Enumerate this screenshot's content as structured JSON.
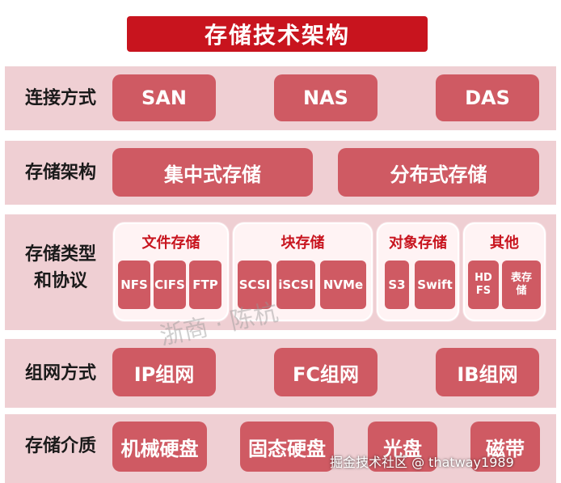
{
  "title": "存储技术架构",
  "rows": {
    "connection": {
      "label": "连接方式",
      "items": [
        "SAN",
        "NAS",
        "DAS"
      ]
    },
    "architecture": {
      "label": "存储架构",
      "items": [
        "集中式存储",
        "分布式存储"
      ]
    },
    "types": {
      "label_line1": "存储类型",
      "label_line2": "和协议",
      "groups": [
        {
          "title": "文件存储",
          "items": [
            "NFS",
            "CIFS",
            "FTP"
          ]
        },
        {
          "title": "块存储",
          "items": [
            "SCSI",
            "iSCSI",
            "NVMe"
          ]
        },
        {
          "title": "对象存储",
          "items": [
            "S3",
            "Swift"
          ]
        },
        {
          "title": "其他",
          "items": [
            "HD\nFS",
            "表存\n储"
          ]
        }
      ]
    },
    "network": {
      "label": "组网方式",
      "items": [
        "IP组网",
        "FC组网",
        "IB组网"
      ]
    },
    "media": {
      "label": "存储介质",
      "items": [
        "机械硬盘",
        "固态硬盘",
        "光盘",
        "磁带"
      ]
    }
  },
  "watermark": "浙商 · 陈杭",
  "credit": "掘金技术社区 @ thatway1989"
}
